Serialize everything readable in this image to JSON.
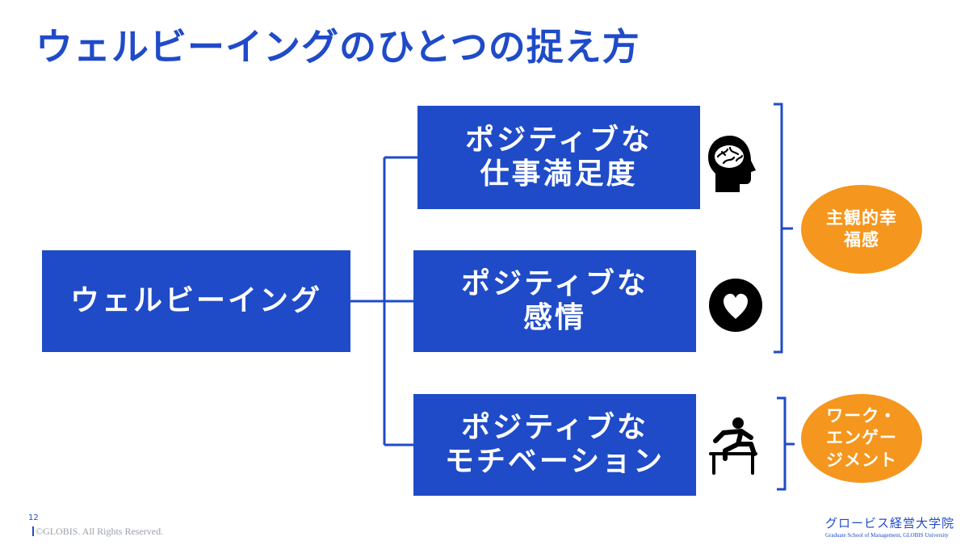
{
  "title": "ウェルビーイングのひとつの捉え方",
  "root": {
    "label": "ウェルビーイング"
  },
  "branches": [
    {
      "line1": "ポジティブな",
      "line2": "仕事満足度",
      "icon": "brain-head-icon"
    },
    {
      "line1": "ポジティブな",
      "line2": "感情",
      "icon": "heart-circle-icon"
    },
    {
      "line1": "ポジティブな",
      "line2": "モチベーション",
      "icon": "hurdle-runner-icon"
    }
  ],
  "outcomes": [
    {
      "line1": "主観的幸",
      "line2": "福感"
    },
    {
      "line1": "ワーク・",
      "line2": "エンゲー",
      "line3": "ジメント"
    }
  ],
  "footer": {
    "page_number": "12",
    "copyright": "©GLOBIS. All Rights Reserved.",
    "logo_main": "グロービス経営大学院",
    "logo_sub": "Graduate School of Management, GLOBIS University"
  },
  "colors": {
    "primary_blue": "#1f4bc8",
    "accent_orange": "#f5961e"
  }
}
